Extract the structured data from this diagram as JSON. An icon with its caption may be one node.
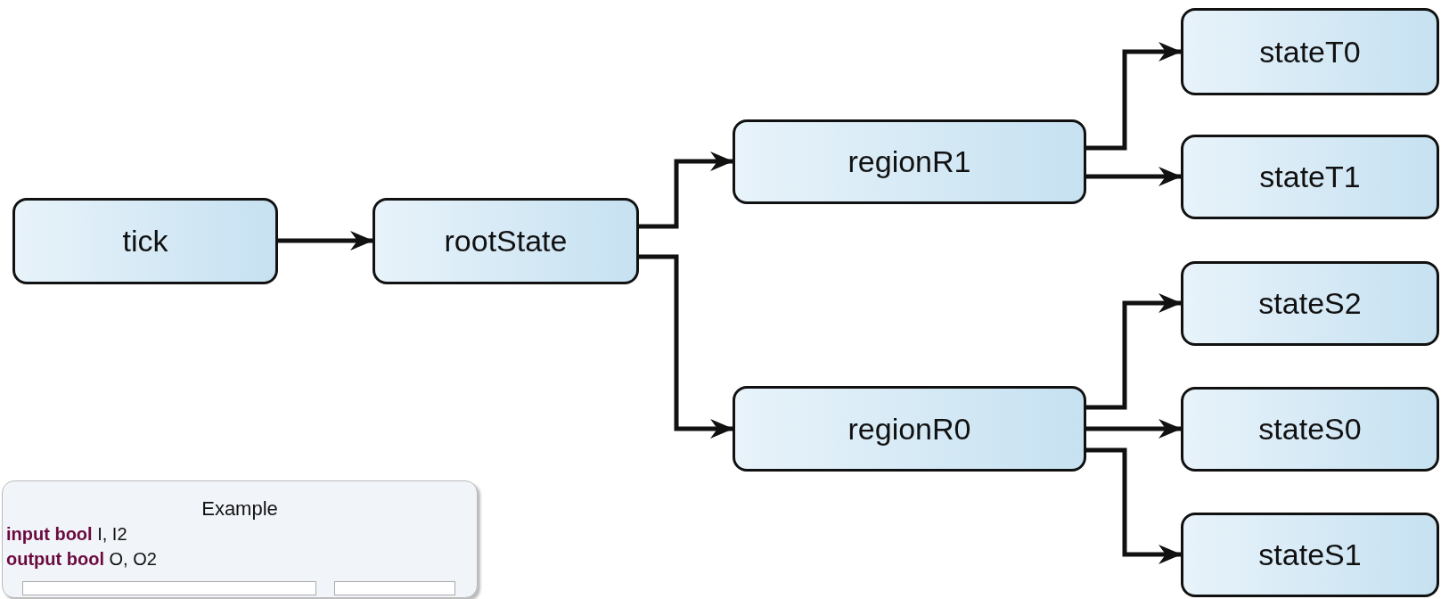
{
  "diagram": {
    "nodes": [
      {
        "text": [
          "tick"
        ]
      },
      {
        "text": [
          "rootState"
        ]
      },
      {
        "text": [
          "regionR1"
        ]
      },
      {
        "text": [
          "regionR0"
        ]
      },
      {
        "text": [
          "stateT0"
        ]
      },
      {
        "text": [
          "stateT1"
        ]
      },
      {
        "text": [
          "stateS2"
        ]
      },
      {
        "text": [
          "stateS0"
        ]
      },
      {
        "text": [
          "stateS1"
        ]
      },
      {
        "text": [
          "Example",
          "**input bool** I, I2",
          "**output bool** O, O2"
        ]
      }
    ],
    "edges": [
      {
        "from": 0,
        "to": 1,
        "arrow": "to"
      },
      {
        "from": 1,
        "to": 2,
        "arrow": "to"
      },
      {
        "from": 1,
        "to": 3,
        "arrow": "to"
      },
      {
        "from": 2,
        "to": 4,
        "arrow": "to"
      },
      {
        "from": 2,
        "to": 5,
        "arrow": "to"
      },
      {
        "from": 3,
        "to": 6,
        "arrow": "to"
      },
      {
        "from": 3,
        "to": 7,
        "arrow": "to"
      },
      {
        "from": 3,
        "to": 8,
        "arrow": "to"
      }
    ]
  }
}
